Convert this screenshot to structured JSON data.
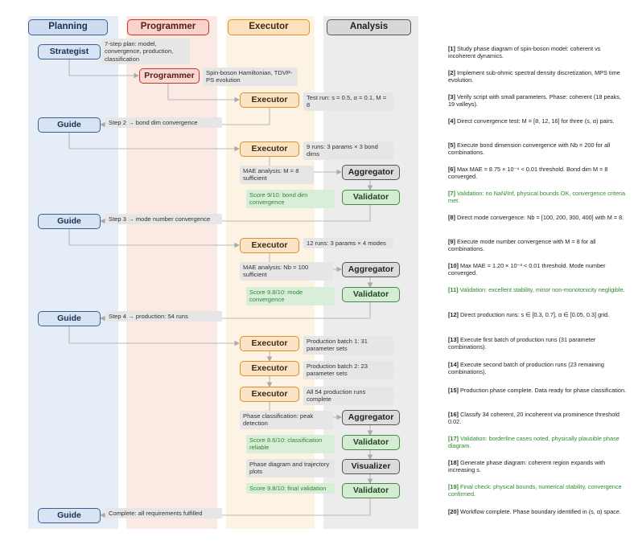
{
  "lanes": {
    "planning": "Planning",
    "programmer": "Programmer",
    "executor": "Executor",
    "analysis": "Analysis"
  },
  "nodes": {
    "strategist": "Strategist",
    "programmer": "Programmer",
    "guide": "Guide",
    "executor": "Executor",
    "aggregator": "Aggregator",
    "validator": "Validator",
    "visualizer": "Visualizer"
  },
  "notes": {
    "n1": "7-step plan: model, convergence, production, classification",
    "n2": "Spin-boson Hamiltonian, TDVP-PS evolution",
    "n3": "Test run: s = 0.5, α = 0.1, M = 8",
    "n4": "Step 2 → bond dim convergence",
    "n5": "9 runs: 3 params × 3 bond dims",
    "n6": "MAE analysis: M = 8 sufficient",
    "n7": "Score 9/10: bond dim convergence",
    "n8": "Step 3 → mode number convergence",
    "n9": "12 runs: 3 params × 4 modes",
    "n10": "MAE analysis: Nb = 100 sufficient",
    "n11": "Score 9.8/10: mode convergence",
    "n12": "Step 4 → production: 54 runs",
    "n13": "Production batch 1: 31 parameter sets",
    "n14": "Production batch 2: 23 parameter sets",
    "n15": "All 54 production runs complete",
    "n16": "Phase classification: peak detection",
    "n17": "Score 8.6/10: classification reliable",
    "n18": "Phase diagram and trajectory plots",
    "n19": "Score 9.8/10: final validation",
    "n20": "Complete: all requirements fulfilled"
  },
  "log": [
    {
      "tag": "[1]",
      "text": "Study phase diagram of spin-boson model: coherent vs incoherent dynamics.",
      "color": "black"
    },
    {
      "tag": "[2]",
      "text": "Implement sub-ohmic spectral density discretization, MPS time evolution.",
      "color": "black"
    },
    {
      "tag": "[3]",
      "text": "Verify script with small parameters. Phase: coherent (18 peaks, 19 valleys).",
      "color": "black"
    },
    {
      "tag": "[4]",
      "text": "Direct convergence test: M = [8, 12, 16] for three (s, α) pairs.",
      "color": "black"
    },
    {
      "tag": "[5]",
      "text": "Execute bond dimension convergence with Nb = 200 for all combinations.",
      "color": "black"
    },
    {
      "tag": "[6]",
      "text": "Max MAE = 8.75 × 10⁻⁴ < 0.01 threshold. Bond dim M = 8 converged.",
      "color": "black"
    },
    {
      "tag": "[7]",
      "text": "Validation: no NaN/Inf, physical bounds OK, convergence criteria met.",
      "color": "green"
    },
    {
      "tag": "[8]",
      "text": "Direct mode convergence: Nb = [100, 200, 300, 400] with M = 8.",
      "color": "black"
    },
    {
      "tag": "[9]",
      "text": "Execute mode number convergence with M = 8 for all combinations.",
      "color": "black"
    },
    {
      "tag": "[10]",
      "text": "Max MAE = 1.20 × 10⁻³ < 0.01 threshold. Mode number converged.",
      "color": "black"
    },
    {
      "tag": "[11]",
      "text": "Validation: excellent stability, minor non-monotonicity negligible.",
      "color": "green"
    },
    {
      "tag": "[12]",
      "text": "Direct production runs: s ∈ [0.3, 0.7], α ∈ [0.05, 0.3] grid.",
      "color": "black"
    },
    {
      "tag": "[13]",
      "text": "Execute first batch of production runs (31 parameter combinations).",
      "color": "black"
    },
    {
      "tag": "[14]",
      "text": "Execute second batch of production runs (23 remaining combinations).",
      "color": "black"
    },
    {
      "tag": "[15]",
      "text": "Production phase complete. Data ready for phase classification.",
      "color": "black"
    },
    {
      "tag": "[16]",
      "text": "Classify 34 coherent, 20 incoherent via prominence threshold 0.02.",
      "color": "black"
    },
    {
      "tag": "[17]",
      "text": "Validation: borderline cases noted, physically plausible phase diagram.",
      "color": "green"
    },
    {
      "tag": "[18]",
      "text": "Generate phase diagram: coherent region expands with increasing s.",
      "color": "black"
    },
    {
      "tag": "[19]",
      "text": "Final check: physical bounds, numerical stability, convergence confirmed.",
      "color": "green"
    },
    {
      "tag": "[20]",
      "text": "Workflow complete. Phase boundary identified in (s, α) space.",
      "color": "black"
    }
  ],
  "colors": {
    "planning_lane": "#e6edf6",
    "programmer_lane": "#fbe9e4",
    "executor_lane": "#fdf3e4",
    "analysis_lane": "#ececec",
    "validation_text": "#2f8a2f"
  }
}
